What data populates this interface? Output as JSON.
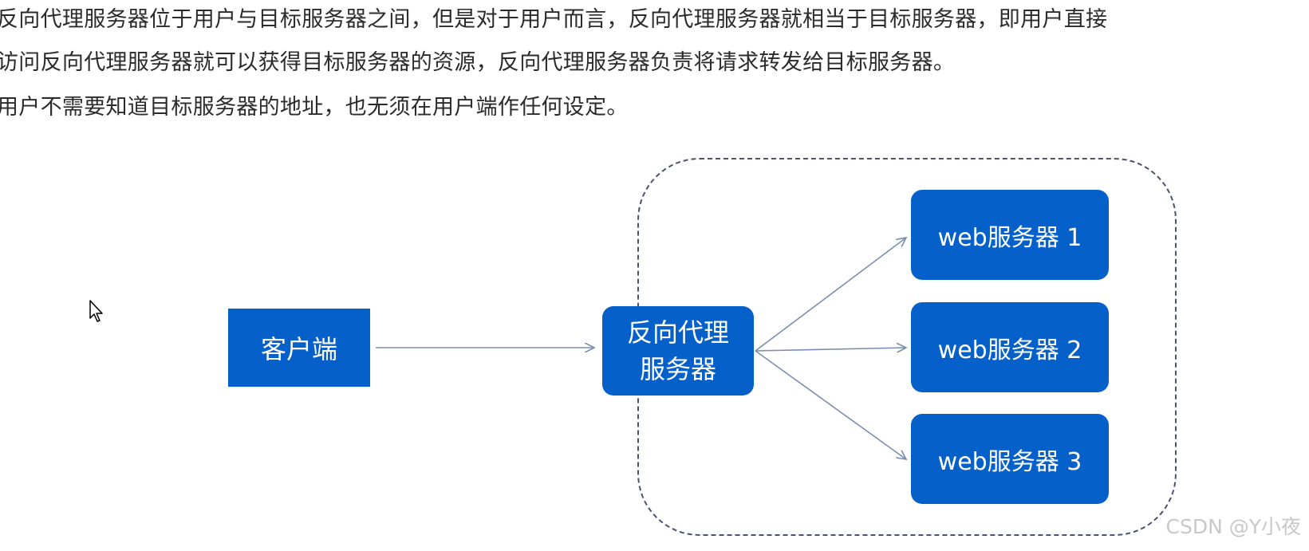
{
  "paragraph": {
    "line1": "反向代理服务器位于用户与目标服务器之间，但是对于用户而言，反向代理服务器就相当于目标服务器，即用户直接",
    "line2": "访问反向代理服务器就可以获得目标服务器的资源，反向代理服务器负责将请求转发给目标服务器。",
    "line3": "用户不需要知道目标服务器的地址，也无须在用户端作任何设定。"
  },
  "diagram": {
    "client_label": "客户端",
    "proxy_label_line1": "反向代理",
    "proxy_label_line2": "服务器",
    "web_servers": [
      "web服务器 1",
      "web服务器 2",
      "web服务器 3"
    ],
    "node_color": "#0660c9",
    "arrow_color": "#7a8fb0",
    "group_border_color": "#4a5270"
  },
  "watermark": "CSDN @Y小夜",
  "icons": {
    "cursor": "mouse-pointer-icon"
  }
}
